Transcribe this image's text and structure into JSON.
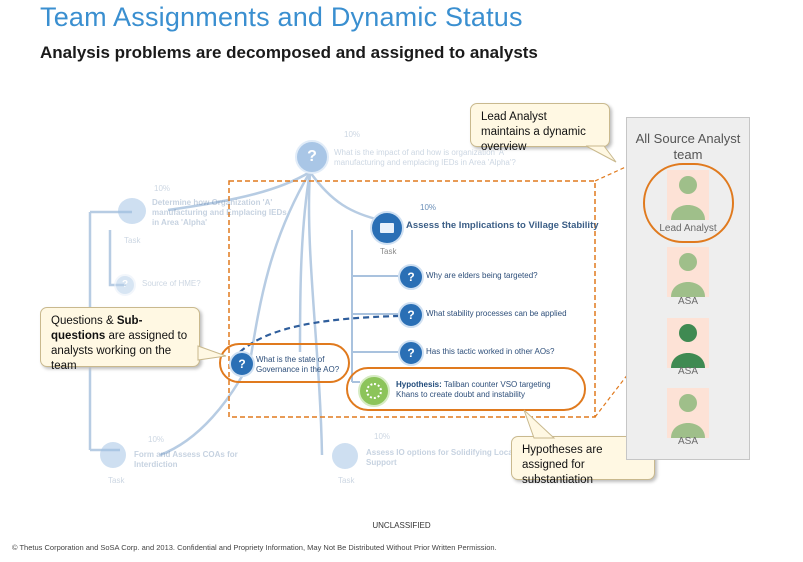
{
  "header": {
    "title": "Team Assignments and Dynamic Status",
    "subtitle": "Analysis problems are decomposed and assigned to analysts"
  },
  "nodes": {
    "root": {
      "percent": "10%",
      "text": "What is the impact of and how is organization 'A' manufacturing and emplacing IEDs in Area 'Alpha'?"
    },
    "determine": {
      "percent": "10%",
      "text": "Determine how Organization 'A' manufacturing and Emplacing IEDs in Area 'Alpha'",
      "tag": "Task"
    },
    "source_hme": {
      "text": "Source of HME?"
    },
    "assess_impl": {
      "percent": "10%",
      "text": "Assess the Implications to Village Stability",
      "tag": "Task"
    },
    "why_elders": {
      "text": "Why are elders being targeted?"
    },
    "stability": {
      "text": "What stability processes can be applied"
    },
    "tactic": {
      "text": "Has this tactic worked in other AOs?"
    },
    "governance": {
      "text": "What is the state of Governance in the AO?"
    },
    "hypothesis": {
      "label": "Hypothesis:",
      "text": "Taliban counter VSO targeting Khans to create doubt and instability"
    },
    "form_coas": {
      "percent": "10%",
      "text": "Form and Assess COAs for Interdiction",
      "tag": "Task"
    },
    "assess_io": {
      "percent": "10%",
      "text": "Assess IO options for Solidifying Local Support",
      "tag": "Task"
    }
  },
  "callouts": {
    "lead": "Lead Analyst maintains a dynamic overview",
    "questions_prefix": "Questions & ",
    "questions_bold": "Sub-questions",
    "questions_rest": " are assigned to analysts working on the team",
    "hypotheses": "Hypotheses are assigned for substantiation"
  },
  "team": {
    "title": "All Source Analyst team",
    "members": [
      {
        "label": "Lead Analyst"
      },
      {
        "label": "ASA"
      },
      {
        "label": "ASA"
      },
      {
        "label": "ASA"
      }
    ]
  },
  "footer": {
    "classification": "UNCLASSIFIED",
    "copyright": "© Thetus Corporation  and  SoSA Corp. and 2013. Confidential and Propriety Information, May Not Be Distributed Without Prior Written Permission."
  },
  "colors": {
    "title": "#3a8fd0",
    "accent_orange": "#e07a1e",
    "node_blue": "#2a6fb5",
    "avatar_green": "#9fbf8a",
    "avatar_dark_green": "#3f8a52",
    "callout_bg": "#fff8e3"
  }
}
